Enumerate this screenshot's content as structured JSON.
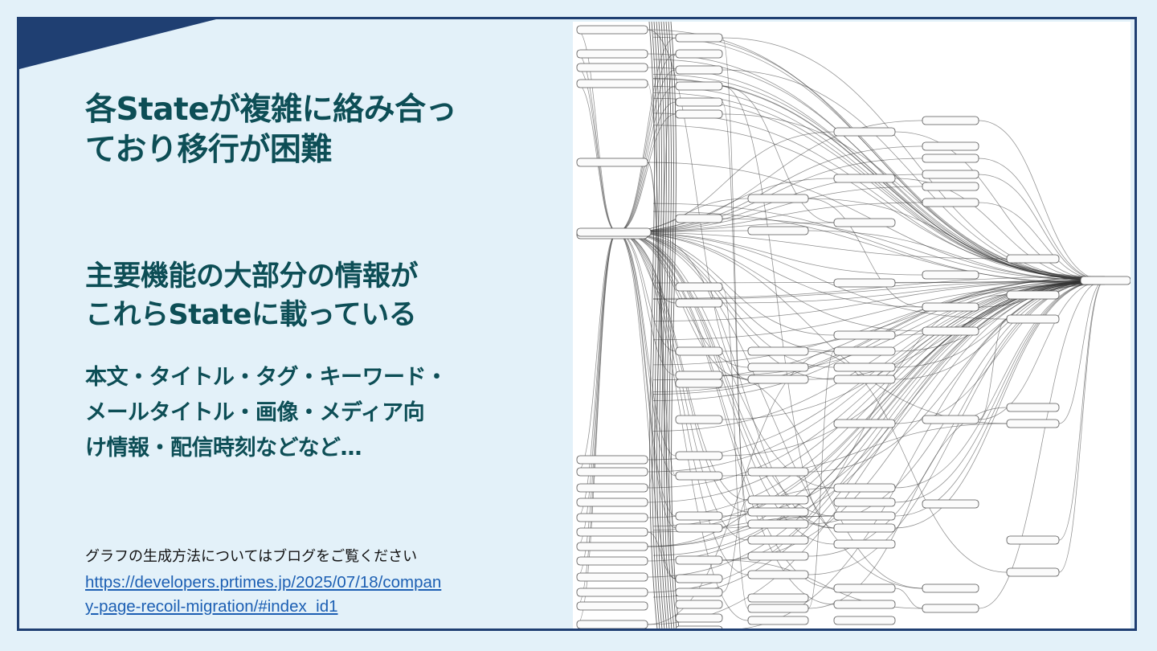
{
  "slide": {
    "heading_lines": [
      "各Stateが複雑に絡み合っ",
      "ており移行が困難"
    ],
    "subheading_lines": [
      "主要機能の大部分の情報が",
      "これらStateに載っている"
    ],
    "detail_lines": [
      "本文・タイトル・タグ・キーワード・",
      "メールタイトル・画像・メディア向",
      "け情報・配信時刻などなど…"
    ],
    "note": "グラフの生成方法についてはブログをご覧ください",
    "link_lines": [
      "https://developers.prtimes.jp/2025/07/18/compan",
      "y-page-recoil-migration/#index_id1"
    ]
  },
  "colors": {
    "background": "#e3f1f9",
    "frame": "#1f3f72",
    "heading": "#0d4e56",
    "link": "#1c5fb3",
    "graph_bg": "#ffffff"
  }
}
